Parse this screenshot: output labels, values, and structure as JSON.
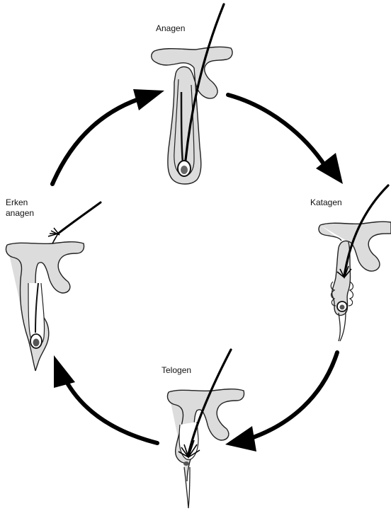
{
  "stages": {
    "anagen": "Anagen",
    "katagen": "Katagen",
    "telogen": "Telogen",
    "erken_line1": "Erken",
    "erken_line2": "anagen"
  },
  "colors": {
    "skin": "#dcdcdc",
    "outline": "#222222",
    "hair": "#0a0a0a",
    "arrow": "#000000"
  }
}
